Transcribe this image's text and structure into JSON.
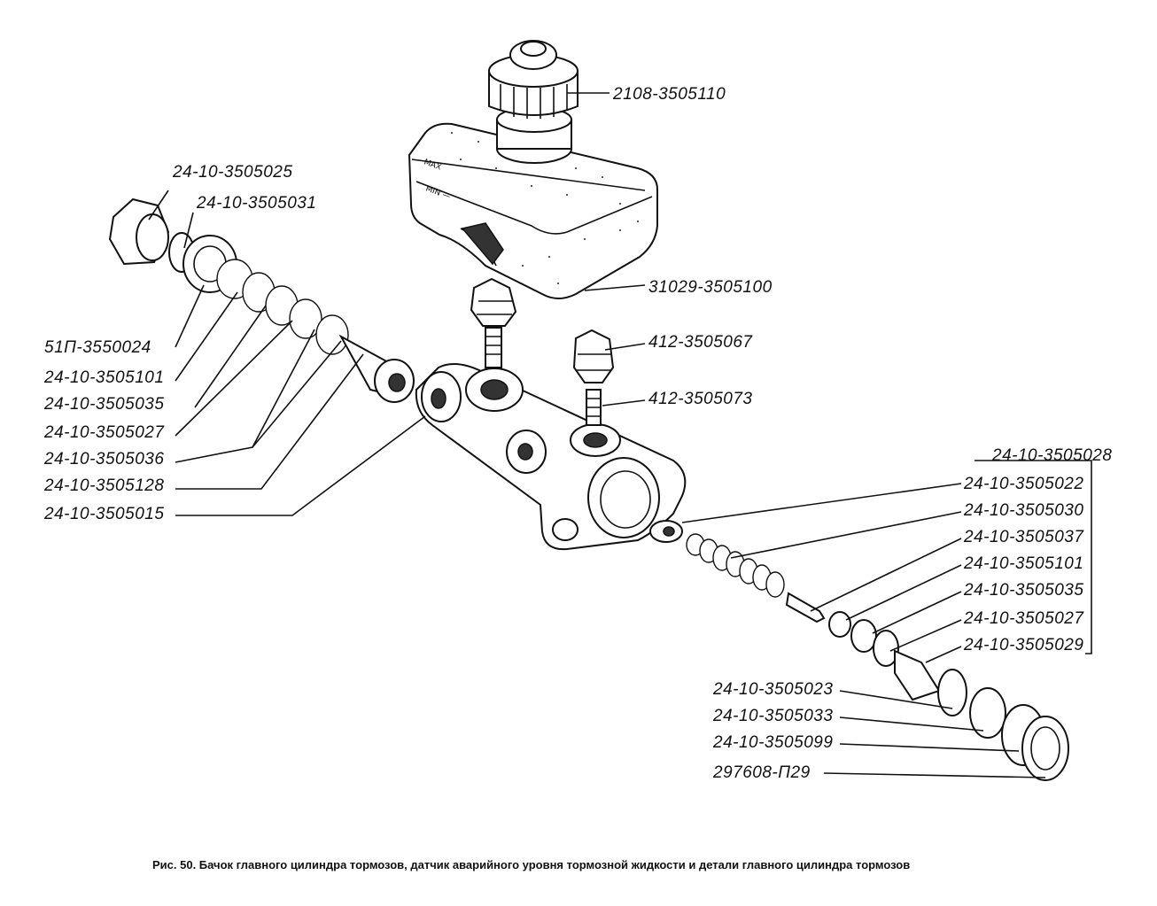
{
  "labels": {
    "cap_top": "2108-3505110",
    "reservoir": "31029-3505100",
    "sensor": "412-3505067",
    "sensor_pin": "412-3505073",
    "left_plug": "24-10-3505025",
    "left_spring": "24-10-3505031",
    "left_1": "51П-3550024",
    "left_2": "24-10-3505101",
    "left_3": "24-10-3505035",
    "left_4": "24-10-3505027",
    "left_5": "24-10-3505036",
    "left_6": "24-10-3505128",
    "left_7": "24-10-3505015",
    "right_group": "24-10-3505028",
    "right_1": "24-10-3505022",
    "right_2": "24-10-3505030",
    "right_3": "24-10-3505037",
    "right_4": "24-10-3505101",
    "right_5": "24-10-3505035",
    "right_6": "24-10-3505027",
    "right_7": "24-10-3505029",
    "bottom_1": "24-10-3505023",
    "bottom_2": "24-10-3505033",
    "bottom_3": "24-10-3505099",
    "bottom_4": "297608-П29"
  },
  "caption": "Рис. 50. Бачок главного цилиндра тормозов, датчик аварийного уровня тормозной жидкости и детали главного цилиндра тормозов"
}
